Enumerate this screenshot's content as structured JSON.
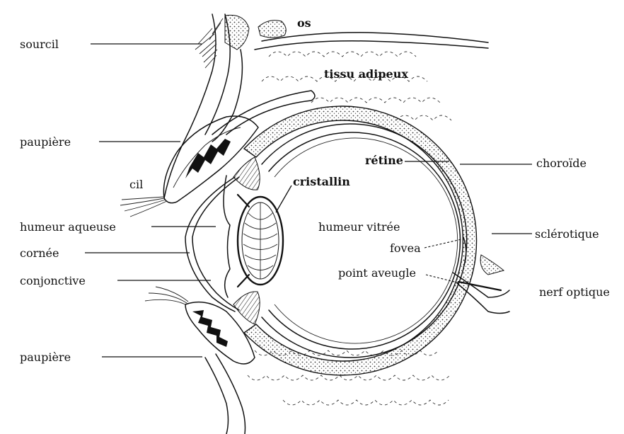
{
  "labels": {
    "os": "os",
    "sourcil": "sourcil",
    "tissu_adipeux": "tissu adipeux",
    "paupiere_haut": "paupière",
    "cil": "cil",
    "retine": "rétine",
    "choroide": "choroïde",
    "cristallin": "cristallin",
    "humeur_aqueuse": "humeur aqueuse",
    "humeur_vitree": "humeur vitrée",
    "sclerotique": "sclérotique",
    "cornee": "cornée",
    "fovea": "fovea",
    "conjonctive": "conjonctive",
    "point_aveugle": "point aveugle",
    "nerf_optique": "nerf optique",
    "paupiere_bas": "paupière"
  }
}
